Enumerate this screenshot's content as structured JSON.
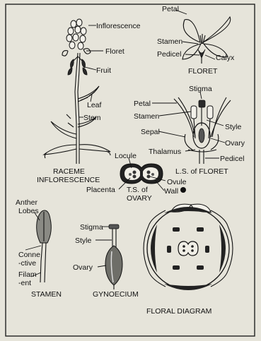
{
  "labels": {
    "inflorescence": "Inflorescence",
    "floret": "Floret",
    "fruit": "Fruit",
    "leaf": "Leaf",
    "stem": "Stem",
    "raceme_1": "RACEME",
    "raceme_2": "INFLORESCENCE",
    "petal_top": "Petal",
    "stamen_top": "Stamen",
    "pedicel_top": "Pedicel",
    "calyx": "Calyx",
    "floret_caption": "FLORET",
    "stigma_ls": "Stigma",
    "petal_ls": "Petal",
    "stamen_ls": "Stamen",
    "style_ls": "Style",
    "sepal_ls": "Sepal",
    "ovary_ls": "Ovary",
    "thalamus": "Thalamus",
    "pedicel_ls": "Pedicel",
    "ls_floret": "L.S. of FLORET",
    "locule": "Locule",
    "ovule": "Ovule",
    "wall": "Wall",
    "placenta": "Placenta",
    "ts_1": "T.S. of",
    "ts_2": "OVARY",
    "anther_1": "Anther",
    "anther_2": "Lobes",
    "conne_1": "Conne",
    "conne_2": "-ctive",
    "filam_1": "Filam",
    "filam_2": "-ent",
    "stamen_caption": "STAMEN",
    "stigma_g": "Stigma",
    "style_g": "Style",
    "ovary_g": "Ovary",
    "gynoecium": "GYNOECIUM",
    "floral_diagram": "FLORAL DIAGRAM"
  }
}
